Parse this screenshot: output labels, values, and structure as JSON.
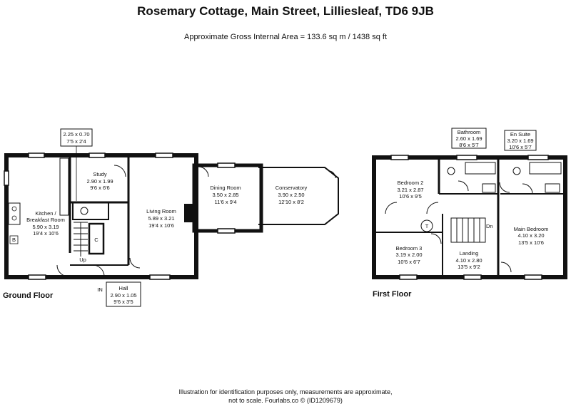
{
  "title": "Rosemary Cottage, Main Street, Lilliesleaf, TD6 9JB",
  "area": "Approximate Gross Internal Area = 133.6 sq m / 1438 sq ft",
  "ground_floor": {
    "label": "Ground Floor",
    "rooms": {
      "store": {
        "size_m": "2.25 x 0.70",
        "size_ft": "7'5 x 2'4"
      },
      "study": {
        "name": "Study",
        "size_m": "2.90 x 1.99",
        "size_ft": "9'6 x 6'6"
      },
      "kitchen": {
        "name_1": "Kitchen /",
        "name_2": "Breakfast Room",
        "size_m": "5.90 x 3.19",
        "size_ft": "19'4 x 10'6"
      },
      "living": {
        "name": "Living Room",
        "size_m": "5.89 x 3.21",
        "size_ft": "19'4 x 10'6"
      },
      "dining": {
        "name": "Dining Room",
        "size_m": "3.50 x 2.85",
        "size_ft": "11'6 x 9'4"
      },
      "conservatory": {
        "name": "Conservatory",
        "size_m": "3.90 x 2.50",
        "size_ft": "12'10 x 8'2"
      },
      "hall": {
        "name": "Hall",
        "size_m": "2.90 x 1.05",
        "size_ft": "9'6 x 3'5"
      }
    },
    "markers": {
      "up": "Up",
      "entrance": "IN",
      "cupboard": "C",
      "boiler": "B"
    }
  },
  "first_floor": {
    "label": "First Floor",
    "rooms": {
      "bathroom": {
        "name": "Bathroom",
        "size_m": "2.60 x 1.69",
        "size_ft": "8'6 x 5'7"
      },
      "ensuite": {
        "name": "En Suite",
        "size_m": "3.20 x 1.69",
        "size_ft": "10'6 x 5'7"
      },
      "bedroom2": {
        "name": "Bedroom 2",
        "size_m": "3.21 x 2.87",
        "size_ft": "10'6 x 9'5"
      },
      "bedroom3": {
        "name": "Bedroom 3",
        "size_m": "3.19 x 2.00",
        "size_ft": "10'6 x 6'7"
      },
      "landing": {
        "name": "Landing",
        "size_m": "4.10 x 2.80",
        "size_ft": "13'5 x 9'2"
      },
      "main_bedroom": {
        "name": "Main Bedroom",
        "size_m": "4.10 x 3.20",
        "size_ft": "13'5 x 10'6"
      }
    },
    "markers": {
      "down": "Dn",
      "tank": "T"
    }
  },
  "disclaimer": {
    "line1": "Illustration for identification purposes only, measurements are approximate,",
    "line2": "not to scale. Fourlabs.co © (ID1209679)"
  }
}
